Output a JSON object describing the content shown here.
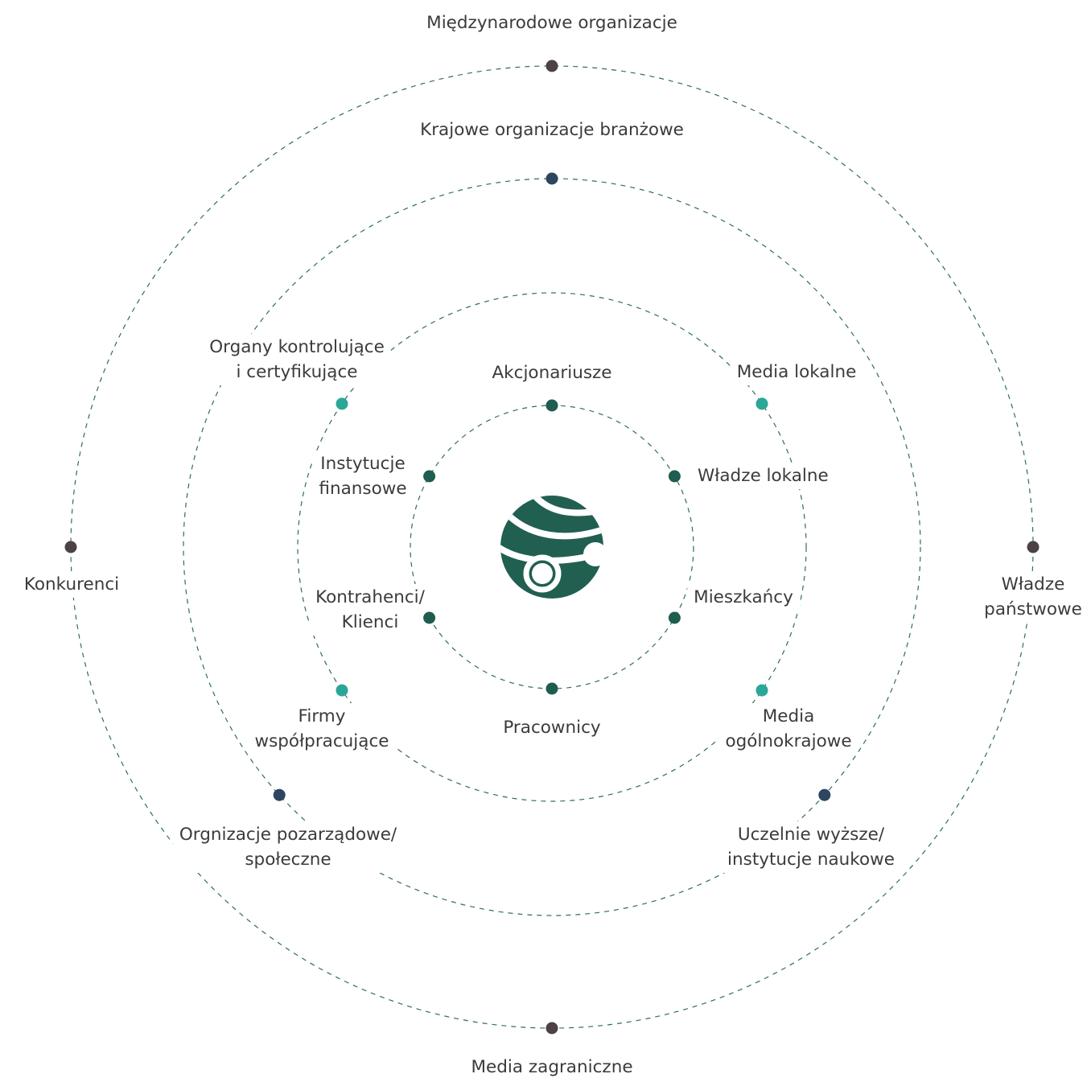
{
  "colors": {
    "ring_stroke": "#2f6e5c",
    "dot_inner": "#1e5d4f",
    "dot_teal": "#2aa796",
    "dot_navy": "#2d4561",
    "dot_outer": "#4c4244",
    "logo": "#215f51",
    "text": "#3b3b3b"
  },
  "center_logo": {
    "icon": "globe-orbit-logo-icon"
  },
  "rings": [
    {
      "level": 1,
      "nodes": [
        {
          "id": "akcjonariusze",
          "lines": [
            "Akcjonariusze"
          ],
          "color": "dot_inner"
        },
        {
          "id": "wladze-lokalne",
          "lines": [
            "Władze lokalne"
          ],
          "color": "dot_inner"
        },
        {
          "id": "mieszkancy",
          "lines": [
            "Mieszkańcy"
          ],
          "color": "dot_inner"
        },
        {
          "id": "pracownicy",
          "lines": [
            "Pracownicy"
          ],
          "color": "dot_inner"
        },
        {
          "id": "kontrahenci-klienci",
          "lines": [
            "Kontrahenci/",
            "Klienci"
          ],
          "color": "dot_inner"
        },
        {
          "id": "instytucje-finansowe",
          "lines": [
            "Instytucje",
            "finansowe"
          ],
          "color": "dot_inner"
        }
      ]
    },
    {
      "level": 2,
      "nodes": [
        {
          "id": "media-lokalne",
          "lines": [
            "Media lokalne"
          ],
          "color": "dot_teal"
        },
        {
          "id": "media-ogolnokrajowe",
          "lines": [
            "Media",
            "ogólnokrajowe"
          ],
          "color": "dot_teal"
        },
        {
          "id": "firmy-wspolpracujace",
          "lines": [
            "Firmy",
            "współpracujące"
          ],
          "color": "dot_teal"
        },
        {
          "id": "organy-kontrolujace",
          "lines": [
            "Organy kontrolujące",
            "i certyfikujące"
          ],
          "color": "dot_teal"
        }
      ]
    },
    {
      "level": 3,
      "nodes": [
        {
          "id": "krajowe-organizacje",
          "lines": [
            "Krajowe organizacje branżowe"
          ],
          "color": "dot_navy"
        },
        {
          "id": "uczelnie-wyzsze",
          "lines": [
            "Uczelnie wyższe/",
            "instytucje naukowe"
          ],
          "color": "dot_navy"
        },
        {
          "id": "organizacje-pozarzadowe",
          "lines": [
            "Orgnizacje pozarządowe/",
            "społeczne"
          ],
          "color": "dot_navy"
        }
      ]
    },
    {
      "level": 4,
      "nodes": [
        {
          "id": "miedzynarodowe-organizacje",
          "lines": [
            "Międzynarodowe organizacje"
          ],
          "color": "dot_outer"
        },
        {
          "id": "wladze-panstwowe",
          "lines": [
            "Władze",
            "państwowe"
          ],
          "color": "dot_outer"
        },
        {
          "id": "media-zagraniczne",
          "lines": [
            "Media zagraniczne"
          ],
          "color": "dot_outer"
        },
        {
          "id": "konkurenci",
          "lines": [
            "Konkurenci"
          ],
          "color": "dot_outer"
        }
      ]
    }
  ]
}
